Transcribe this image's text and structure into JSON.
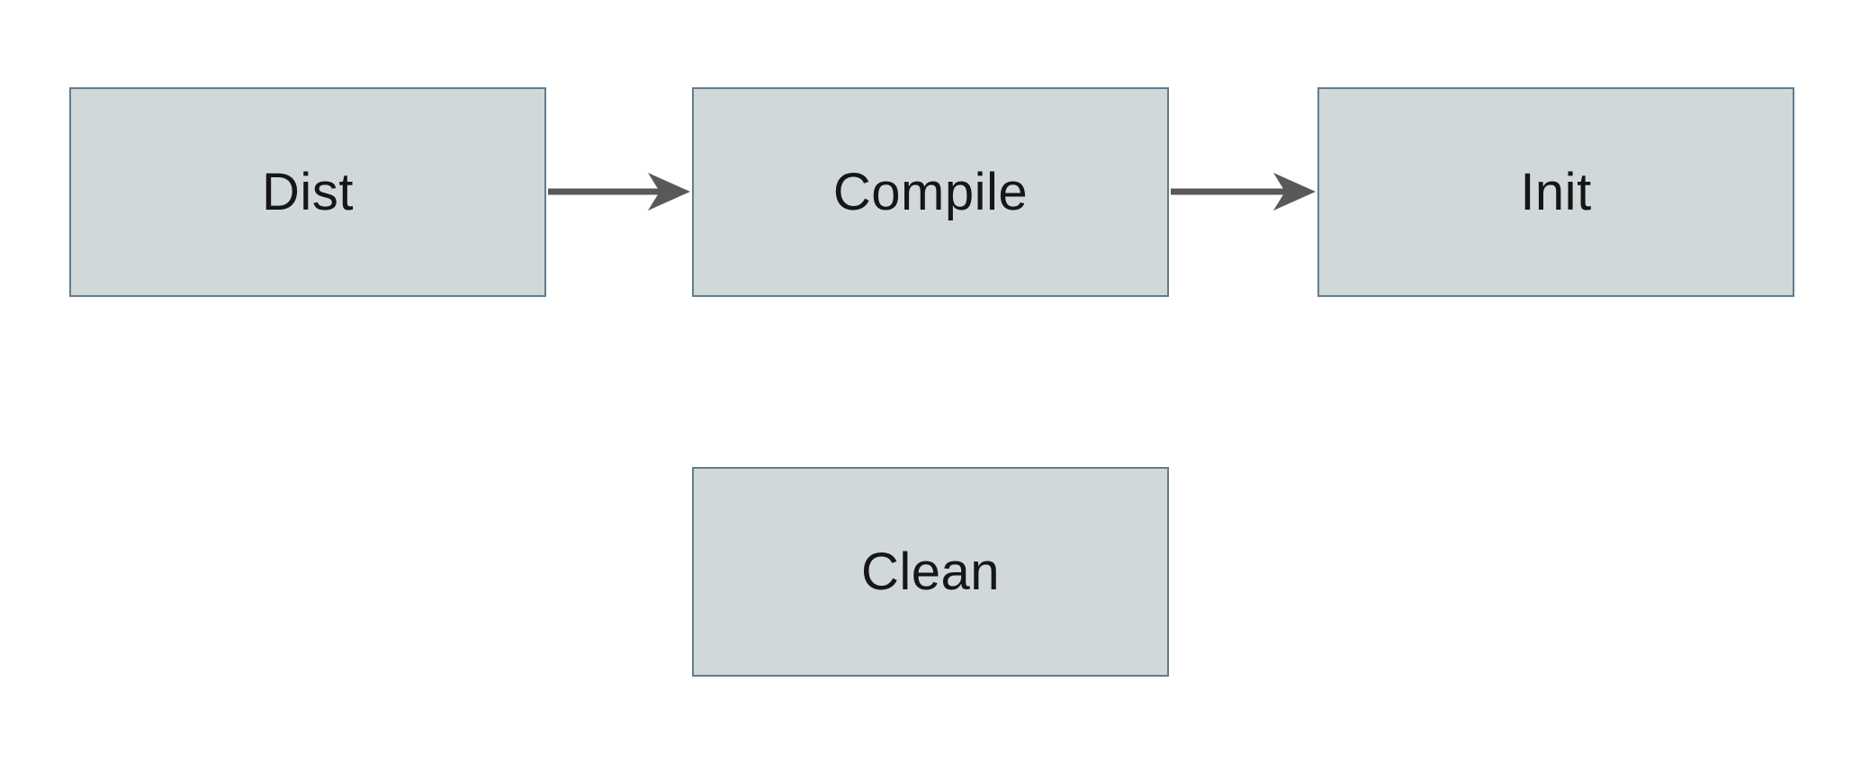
{
  "diagram": {
    "nodes": [
      {
        "id": "dist",
        "label": "Dist"
      },
      {
        "id": "compile",
        "label": "Compile"
      },
      {
        "id": "init",
        "label": "Init"
      },
      {
        "id": "clean",
        "label": "Clean"
      }
    ],
    "edges": [
      {
        "from": "dist",
        "to": "compile"
      },
      {
        "from": "compile",
        "to": "init"
      }
    ]
  },
  "colors": {
    "node_fill": "#d0d8da",
    "node_border": "#617d8b",
    "arrow": "#595959",
    "text": "#161616",
    "background": "#ffffff"
  }
}
